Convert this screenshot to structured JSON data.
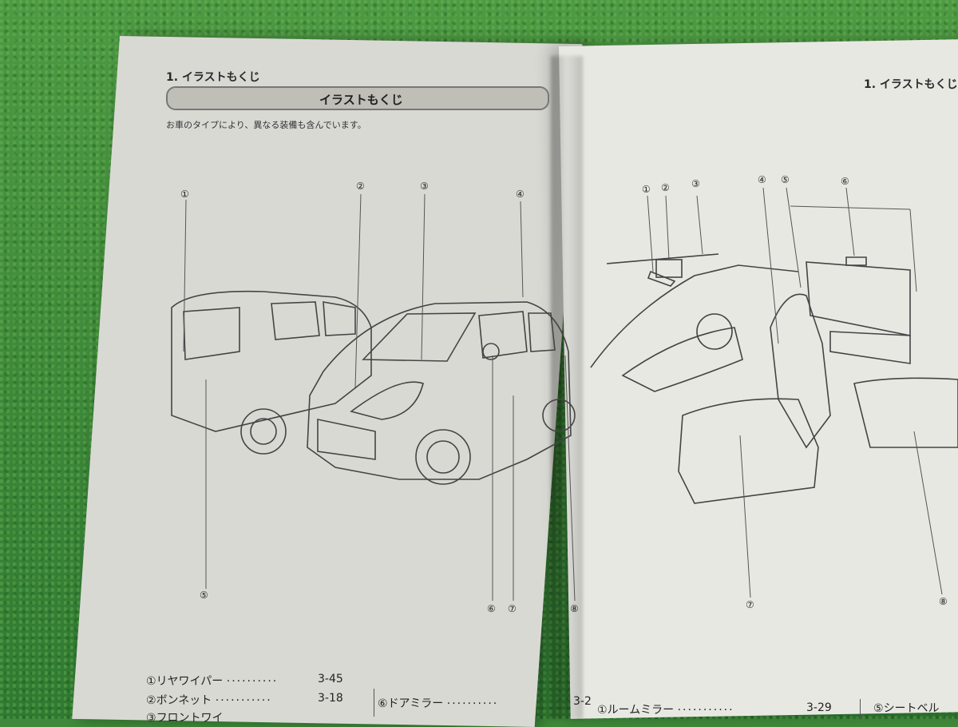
{
  "left_page": {
    "section_header": "1. イラストもくじ",
    "banner_title": "イラストもくじ",
    "subtitle": "お車のタイプにより、異なる装備も含んでいます。",
    "callout_numbers": [
      "①",
      "②",
      "③",
      "④",
      "⑤",
      "⑥",
      "⑦",
      "⑧"
    ],
    "index_list": [
      {
        "num": "①",
        "label": "リヤワイパー",
        "page": "3-45"
      },
      {
        "num": "②",
        "label": "ボンネット",
        "page": "3-18"
      },
      {
        "num": "③",
        "label": "フロントワイ",
        "page": ""
      },
      {
        "num": "⑥",
        "label": "ドアミラー",
        "page": "3-2"
      }
    ]
  },
  "right_page": {
    "section_header": "1. イラストもくじ",
    "callout_numbers": [
      "①",
      "②",
      "③",
      "④",
      "⑤",
      "⑥",
      "⑦",
      "⑧"
    ],
    "index_list": [
      {
        "num": "①",
        "label": "ルームミラー",
        "page": "3-29"
      },
      {
        "num": "⑤",
        "label": "シートベル",
        "page": ""
      }
    ]
  }
}
